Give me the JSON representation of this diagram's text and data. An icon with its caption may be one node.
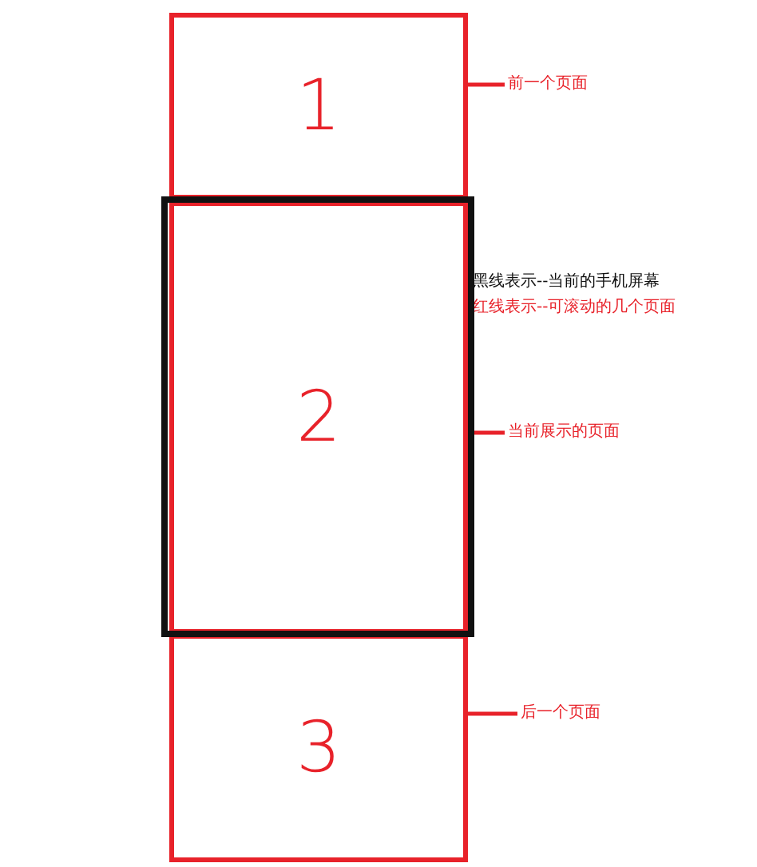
{
  "diagram": {
    "nodes": [
      {
        "text": [
          "1"
        ]
      },
      {
        "text": [
          "前一个页面"
        ]
      },
      {
        "text": [],
        "shape": "box"
      },
      {
        "text": [
          "2"
        ]
      },
      {
        "text": [
          "当前展示的页面"
        ]
      },
      {
        "text": [
          "3"
        ]
      },
      {
        "text": [
          "后一个页面"
        ]
      }
    ],
    "edges": [
      {
        "from": 1,
        "to": 0,
        "arrow": "none"
      },
      {
        "from": 4,
        "to": 3,
        "arrow": "none"
      },
      {
        "from": 6,
        "to": 5,
        "arrow": "none"
      }
    ],
    "labels": [
      "黑线表示--当前的手机屏幕",
      "红线表示--可滚动的几个页面"
    ]
  }
}
